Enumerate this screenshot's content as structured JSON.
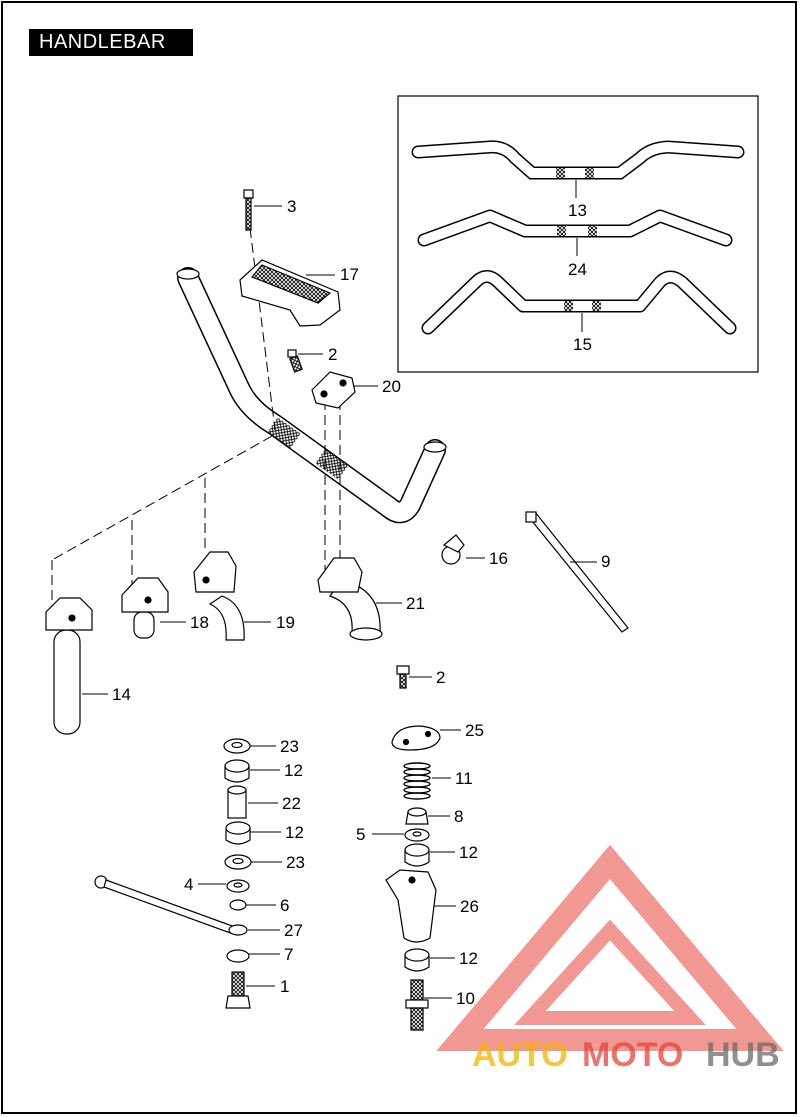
{
  "title": "HANDLEBAR",
  "callouts": {
    "c3": "3",
    "c17": "17",
    "c2a": "2",
    "c20": "20",
    "c13": "13",
    "c24": "24",
    "c15": "15",
    "c16": "16",
    "c9": "9",
    "c21": "21",
    "c18": "18",
    "c19": "19",
    "c14": "14",
    "c2b": "2",
    "c25": "25",
    "c11": "11",
    "c8": "8",
    "c5": "5",
    "c12d": "12",
    "c23a": "23",
    "c12a": "12",
    "c22": "22",
    "c12b": "12",
    "c23b": "23",
    "c4": "4",
    "c6": "6",
    "c27": "27",
    "c7": "7",
    "c1": "1",
    "c26": "26",
    "c12c": "12",
    "c10": "10"
  },
  "watermark": {
    "part1": "AUTO",
    "part2": "MOTO",
    "part3": "HUB",
    "color_light": "#f3b400",
    "color_red": "#e8443a",
    "color_gray": "#6b6b6b"
  }
}
